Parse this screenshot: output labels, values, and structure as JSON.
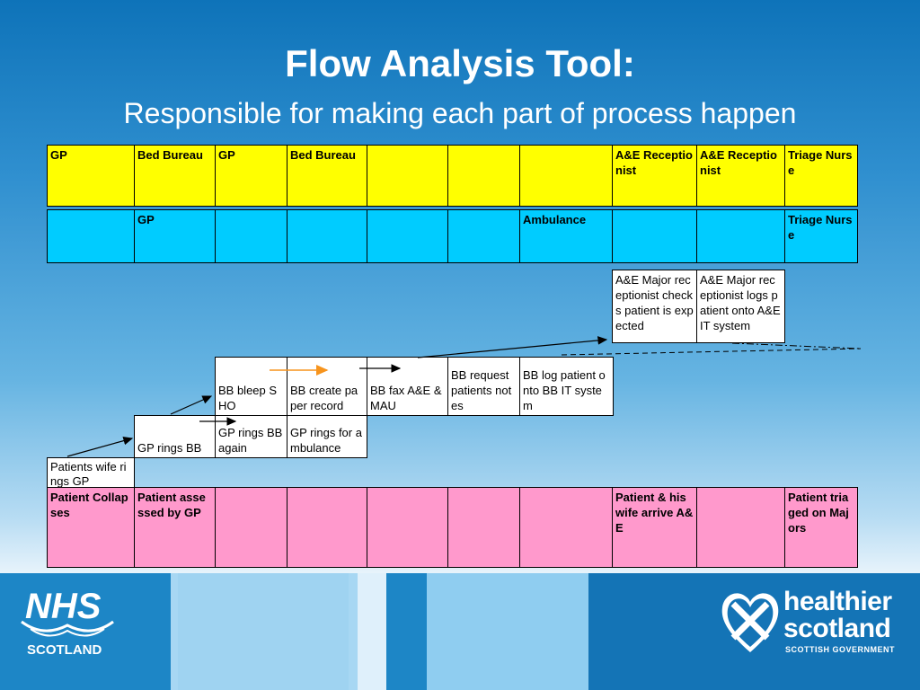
{
  "title": "Flow Analysis Tool:",
  "subtitle": "Responsible for making each part of process happen",
  "responsible_row_1": {
    "cells": [
      "GP",
      "Bed Bureau",
      "GP",
      "Bed Bureau",
      "",
      "",
      "",
      "A&E Receptionist",
      "A&E Receptionist",
      "Triage Nurse"
    ]
  },
  "responsible_row_2": {
    "cells": [
      "",
      "GP",
      "",
      "",
      "",
      "",
      "Ambulance",
      "",
      "",
      "Triage Nurse"
    ]
  },
  "steps": {
    "ae_checks": "A&E Major receptionist checks patient is expected",
    "ae_logs": "A&E Major receptionist logs patient onto A&E IT system",
    "bb_bleep": "BB bleep SHO",
    "bb_create": "BB create paper record",
    "bb_fax": "BB fax A&E & MAU",
    "bb_request": "BB request patients notes",
    "bb_log": "BB log patient onto BB IT system",
    "gp_rings_bb": "GP rings BB",
    "gp_rings_again": "GP rings BB again",
    "gp_rings_ambulance": "GP rings for ambulance",
    "wife_rings": "Patients wife rings GP"
  },
  "milestones": {
    "cells": [
      "Patient Collapses",
      "Patient assessed by GP",
      "",
      "",
      "",
      "",
      "",
      "Patient & his wife arrive A&E",
      "",
      "Patient triaged on Majors"
    ]
  },
  "logos": {
    "nhs": "NHS",
    "nhs_sub": "SCOTLAND",
    "hs_line1": "healthier",
    "hs_line2": "scotland",
    "hs_sub": "SCOTTISH GOVERNMENT"
  },
  "colors": {
    "responsible_row_1": "#ffff00",
    "responsible_row_2": "#00ccff",
    "milestones": "#ff99cc",
    "highlight_arrow": "#f7941d"
  }
}
